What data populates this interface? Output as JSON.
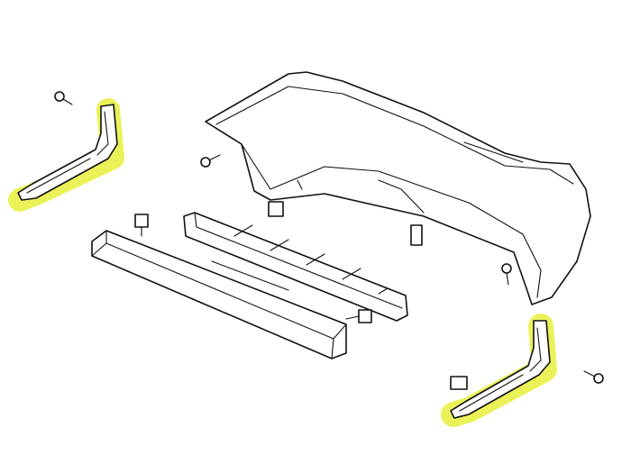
{
  "diagram": {
    "colors": {
      "highlight": "#e8f03c",
      "line": "#111111",
      "background": "#ffffff"
    },
    "parts": [
      {
        "name": "rear-bumper-cover"
      },
      {
        "name": "bumper-reinforcement-beam"
      },
      {
        "name": "bumper-energy-absorber"
      },
      {
        "name": "left-side-bracket",
        "highlighted": true
      },
      {
        "name": "right-side-bracket",
        "highlighted": true
      },
      {
        "name": "screw",
        "count": 4
      },
      {
        "name": "bolt",
        "count": 2
      },
      {
        "name": "clip",
        "count": 3
      }
    ]
  }
}
